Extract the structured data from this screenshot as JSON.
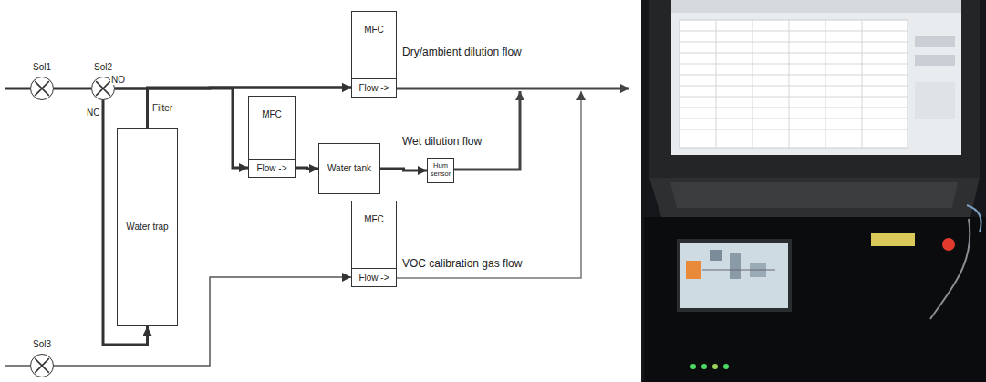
{
  "diagram": {
    "nodes": [
      {
        "text": [
          "Sol1"
        ]
      },
      {
        "text": [
          "Sol2"
        ]
      },
      {
        "text": [
          "MFC",
          "Flow ->"
        ]
      },
      {
        "text": [
          "MFC",
          "Flow ->"
        ]
      },
      {
        "text": [
          "Water tank"
        ]
      },
      {
        "text": [
          "Hum sensor"
        ]
      },
      {
        "text": [
          "Water trap"
        ]
      },
      {
        "text": [
          "MFC",
          "Flow ->"
        ]
      },
      {
        "text": [
          "Sol3"
        ]
      }
    ],
    "edges": [
      {
        "from": 0,
        "to": 1,
        "arrow": "none"
      },
      {
        "from": 1,
        "to": 2,
        "arrow": "to"
      },
      {
        "from": 1,
        "to": 3,
        "arrow": "to"
      },
      {
        "from": 1,
        "to": 6,
        "arrow": "to"
      },
      {
        "from": 6,
        "to": 2,
        "arrow": "to"
      },
      {
        "from": 8,
        "to": 7,
        "arrow": "to"
      },
      {
        "from": 3,
        "to": 4,
        "arrow": "to"
      },
      {
        "from": 4,
        "to": 5,
        "arrow": "to"
      }
    ],
    "labels": [
      "NO",
      "NC",
      "Filter",
      "Dry/ambient dilution flow",
      "Wet dilution flow",
      "VOC calibration gas flow"
    ]
  }
}
